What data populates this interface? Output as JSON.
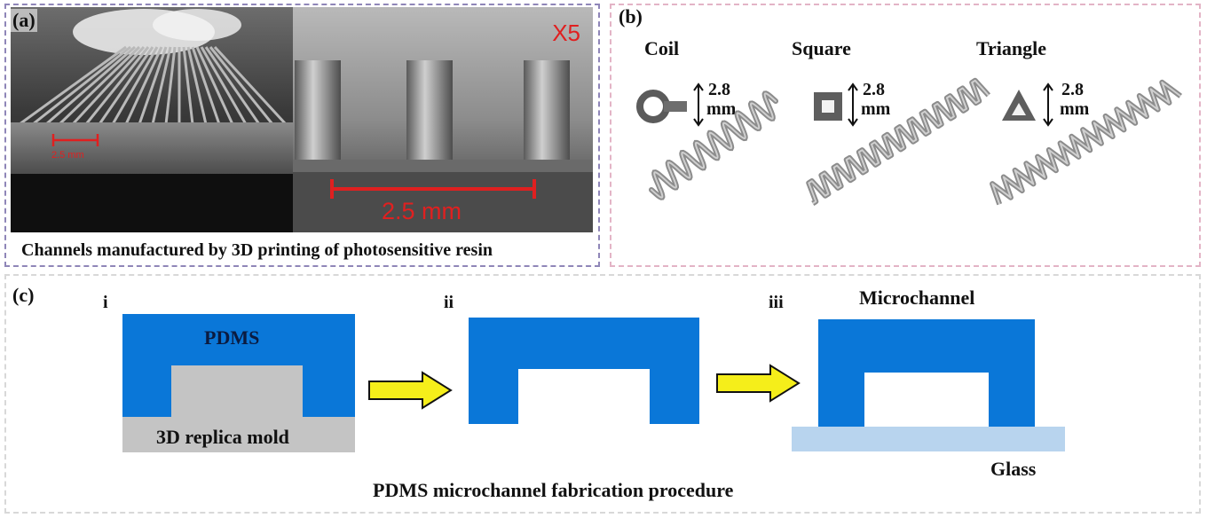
{
  "panel_a": {
    "tag": "(a)",
    "scale_left": "2.5 mm",
    "magnification": "X5",
    "scale_right": "2.5 mm",
    "caption": "Channels manufactured by 3D printing of photosensitive resin"
  },
  "panel_b": {
    "tag": "(b)",
    "shapes": [
      {
        "name": "Coil",
        "dim_value": "2.8",
        "dim_unit": "mm"
      },
      {
        "name": "Square",
        "dim_value": "2.8",
        "dim_unit": "mm"
      },
      {
        "name": "Triangle",
        "dim_value": "2.8",
        "dim_unit": "mm"
      }
    ]
  },
  "panel_c": {
    "tag": "(c)",
    "step_i": "i",
    "step_ii": "ii",
    "step_iii": "iii",
    "pdms_label": "PDMS",
    "mold_label": "3D replica mold",
    "microchannel_label": "Microchannel",
    "glass_label": "Glass",
    "caption": "PDMS microchannel fabrication procedure"
  },
  "colors": {
    "pdms": "#0a77d8",
    "mold": "#c4c4c4",
    "glass": "#b8d4ee",
    "arrow": "#f5ee1a",
    "scale_bar": "#e02020"
  }
}
